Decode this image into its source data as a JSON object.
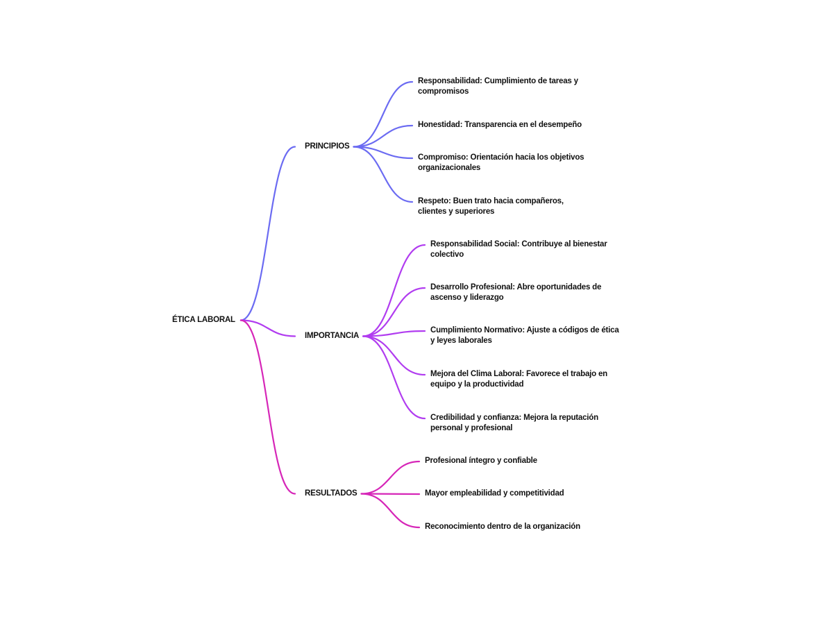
{
  "mindmap": {
    "root": {
      "label": "ÉTICA LABORAL"
    },
    "branches": [
      {
        "id": "principios",
        "label": "PRINCIPIOS",
        "color": "#6B6BF2",
        "children": [
          {
            "label": "Responsabilidad: Cumplimiento de tareas y compromisos"
          },
          {
            "label": "Honestidad: Transparencia en el desempeño"
          },
          {
            "label": "Compromiso: Orientación hacia los objetivos organizacionales"
          },
          {
            "label": "Respeto: Buen trato hacia compañeros, clientes y superiores"
          }
        ]
      },
      {
        "id": "importancia",
        "label": "IMPORTANCIA",
        "color": "#B13CF0",
        "children": [
          {
            "label": "Responsabilidad Social: Contribuye al bienestar colectivo"
          },
          {
            "label": "Desarrollo Profesional: Abre oportunidades de ascenso y liderazgo"
          },
          {
            "label": "Cumplimiento Normativo: Ajuste a códigos de ética y leyes laborales"
          },
          {
            "label": "Mejora del Clima Laboral: Favorece el trabajo en equipo y la productividad"
          },
          {
            "label": "Credibilidad y confianza: Mejora la reputación personal y profesional"
          }
        ]
      },
      {
        "id": "resultados",
        "label": "RESULTADOS",
        "color": "#D626B8",
        "children": [
          {
            "label": "Profesional íntegro y confiable"
          },
          {
            "label": "Mayor empleabilidad y competitividad"
          },
          {
            "label": "Reconocimiento dentro de la organización"
          }
        ]
      }
    ]
  }
}
